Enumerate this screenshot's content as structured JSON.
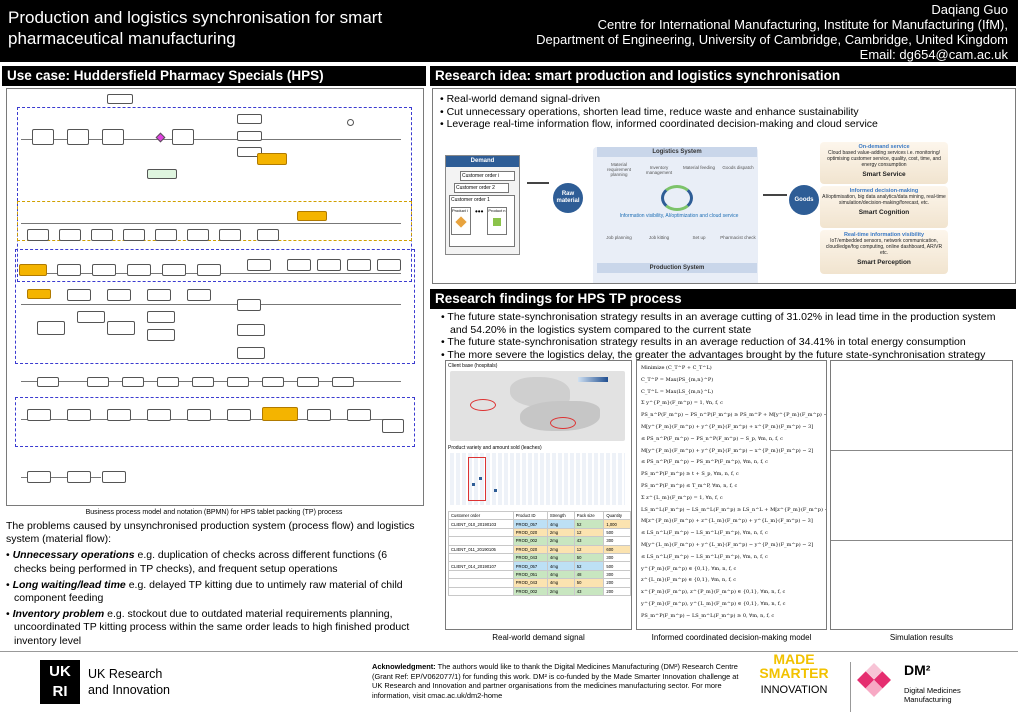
{
  "header": {
    "title": "Production and logistics synchronisation for smart pharmaceutical manufacturing",
    "author_lines": [
      "Daqiang Guo",
      "Centre for International Manufacturing, Institute for Manufacturing (IfM),",
      "Department of Engineering, University of Cambridge, Cambridge, United Kingdom",
      "Email: dg654@cam.ac.uk"
    ]
  },
  "use_case": {
    "heading": "Use case: Huddersfield Pharmacy Specials (HPS)",
    "bpmn_caption": "Business process model and notation (BPMN) for HPS tablet packing (TP) process",
    "intro": "The problems caused by unsynchronised production system (process flow) and logistics system (material flow):",
    "problems": [
      {
        "term": "Unnecessary operations",
        "rest": " e.g. duplication of checks across different functions (6 checks being performed in TP checks), and frequent setup operations"
      },
      {
        "term": "Long waiting/lead time",
        "rest": " e.g. delayed TP kitting due to untimely raw material of child component feeding"
      },
      {
        "term": "Inventory problem",
        "rest": " e.g. stockout due to outdated material requirements planning, uncoordinated TP kitting process within the same order leads to high finished product inventory level"
      }
    ]
  },
  "research_idea": {
    "heading": "Research idea: smart production and logistics synchronisation",
    "bullets": [
      "Real-world demand signal-driven",
      "Cut unnecessary operations, shorten lead time, reduce waste and enhance sustainability",
      "Leverage real-time information flow, informed coordinated decision-making and cloud service"
    ],
    "diagram": {
      "demand": "Demand",
      "customer_order_i": "Customer order i",
      "customer_order_2": "Customer order 2",
      "customer_order_1": "Customer order 1",
      "product_i": "Product i",
      "product_n": "Product n",
      "raw_material": "Raw material",
      "logistics_system": "Logistics System",
      "production_system": "Production System",
      "goods": "Goods",
      "center_label": "Information visibility, AI/optimization and cloud service",
      "logistics_steps": [
        "Material requirement planning",
        "Inventory management",
        "Material feeding",
        "Goods dispatch"
      ],
      "production_steps": [
        "Job planning",
        "Job kitting",
        "Set up",
        "Pharmacist check"
      ],
      "services": [
        {
          "head": "On-demand service",
          "body": "Cloud based value-adding services i.e. monitoring/ optimising customer service, quality, cost, time, and energy consumption",
          "foot": "Smart Service"
        },
        {
          "head": "Informed decision-making",
          "body": "AI/optimisation, big data analytics/data mining, real-time simulation/decision-making/forecast, etc.",
          "foot": "Smart Cognition"
        },
        {
          "head": "Real-time information visibility",
          "body": "IoT/embedded sensors, network communication, cloud/edge/fog computing, online dashboard, AR/VR etc.",
          "foot": "Smart Perception"
        }
      ]
    }
  },
  "findings": {
    "heading": "Research findings for HPS TP process",
    "bullets": [
      "The future state-synchronisation strategy results in an average cutting of 31.02% in lead time in the production system and 54.20% in the logistics system compared to the current state",
      "The future state-synchronisation strategy results in an average reduction of 34.41% in total energy consumption",
      "The more severe the logistics delay, the greater the advantages brought by the future state-synchronisation strategy"
    ],
    "client_base_label": "Client base (hospitals)",
    "product_variety_label": "Product variety and amount sold (leaches)",
    "table": {
      "headers": [
        "Customer order",
        "Product ID",
        "Strength",
        "Pack size",
        "Quantity"
      ],
      "rows": [
        [
          "CLIENT_010_20190103",
          "PROD_057",
          "4mg",
          "52",
          "1,000"
        ],
        [
          "",
          "PROD_020",
          "2mg",
          "12",
          "500"
        ],
        [
          "",
          "PROD_002",
          "2mg",
          "43",
          "300"
        ],
        [
          "CLIENT_011_20190105",
          "PROD_020",
          "2mg",
          "12",
          "600"
        ],
        [
          "",
          "PROD_043",
          "4mg",
          "50",
          "300"
        ],
        [
          "CLIENT_014_20190107",
          "PROD_057",
          "4mg",
          "52",
          "500"
        ],
        [
          "",
          "PROD_051",
          "4mg",
          "48",
          "300"
        ],
        [
          "",
          "PROD_043",
          "4mg",
          "50",
          "200"
        ],
        [
          "",
          "PROD_002",
          "2mg",
          "43",
          "200"
        ]
      ]
    },
    "model_lines": [
      "Minimize (C_T^P + C_T^L)",
      "C_T^P = Max(PS_{m,n}^P)",
      "C_T^L = Max(LS_{m,n}^L)",
      "Σ y^{P_m}(F_m^p) = 1, ∀n, f, c",
      "PS_n^P(F_m^p) − PS_n^P(F_m^p) ≥ PS_m^P + M[y^{P_m}(F_m^p) − 1], ∀m, n, f, c",
      "M[y^{P_m}(F_m^p) + y^{P_m}(F_m^p) + x^{P_m}(F_m^p) − 3]",
      "≤ PS_n^P(F_m^p) − PS_n^P(F_m^p) − S_p, ∀m, n, f, c",
      "M[y^{P_m}(F_m^p) + y^{P_m}(F_m^p) − x^{P_m}(F_m^p) − 2]",
      "≤ PS_n^P(F_m^p) − PS_m^P(F_m^p), ∀m, n, f, c",
      "PS_m^P(F_m^p) ≥ t + S_p, ∀m, n, f, c",
      "PS_m^P(F_m^p) ≤ T_m^P, ∀m, n, f, c",
      "Σ z^{L_m}(F_m^p) = 1, ∀n, f, c",
      "LS_m^L(F_m^p) − LS_m^L(F_m^p) ≥ LS_n^L + M[z^{P_m}(F_m^p) − 1], ∀m, n, f, c",
      "M[z^{P_m}(F_m^p) + z^{L_m}(F_m^p) + y^{L_m}(F_m^p) − 3]",
      "≤ LS_n^L(F_m^p) − LS_m^L(F_m^p), ∀m, n, f, c",
      "M[y^{L_m}(F_m^p) + y^{L_m}(F_m^p) − y^{P_m}(F_m^p) − 2]",
      "≤ LS_n^L(F_m^p) − LS_m^L(F_m^p), ∀m, n, f, c",
      "y^{P_m}(F_m^p) ∈ {0,1}, ∀m, n, f, c",
      "z^{L_m}(F_m^p) ∈ {0,1}, ∀m, n, f, c",
      "x^{P_m}(F_m^p), z^{P_m}(F_m^p) ∈ {0,1}, ∀m, n, f, c",
      "y^{P_m}(F_m^p), y^{L_m}(F_m^p) ∈ {0,1}, ∀m, n, f, c",
      "PS_m^P(F_m^p) − LS_m^L(F_m^p) ≥ 0, ∀m, n, f, c"
    ],
    "captions": [
      "Real-world demand signal",
      "Informed coordinated decision-making model",
      "Simulation results"
    ]
  },
  "footer": {
    "ukri_line1": "UK Research",
    "ukri_line2": "and Innovation",
    "ack_bold": "Acknowledgment:",
    "ack_rest": " The authors would like to thank the Digital Medicines Manufacturing (DM²) Research Centre (Grant Ref: EP/V062077/1) for funding this work. DM² is co-funded by the Made Smarter Innovation challenge at UK Research and Innovation and partner organisations from the medicines manufacturing sector. For more information, visit cmac.ac.uk/dm2-home",
    "made": "MADE",
    "smarter": "SMARTER",
    "innovation": "INNOVATION",
    "dm2": "DM²",
    "dm2_sub1": "Digital Medicines",
    "dm2_sub2": "Manufacturing"
  }
}
